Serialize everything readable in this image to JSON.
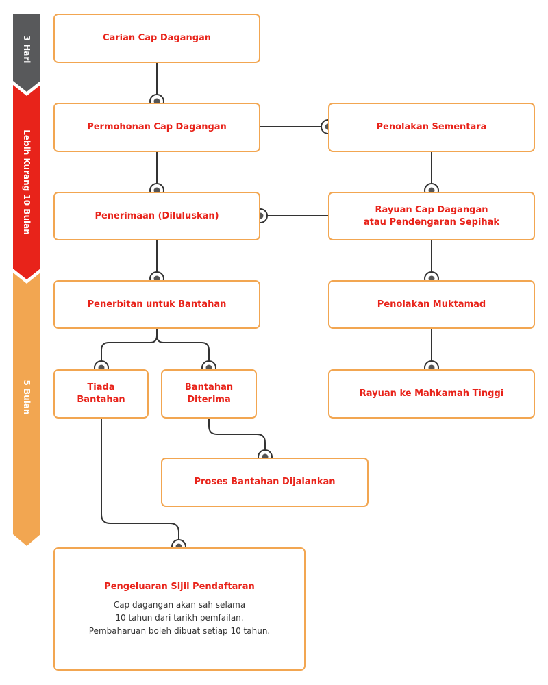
{
  "phases": [
    {
      "label": "3 Hari",
      "color": "#58595b"
    },
    {
      "label": "Lebih Kurang 10 Bulan",
      "color": "#e8231a"
    },
    {
      "label": "5 Bulan",
      "color": "#f2a651"
    }
  ],
  "steps": {
    "carian": "Carian Cap Dagangan",
    "permohonan": "Permohonan Cap Dagangan",
    "penolakan_sementara": "Penolakan Sementara",
    "penerimaan": "Penerimaan (Diluluskan)",
    "rayuan": "Rayuan Cap Dagangan\natau Pendengaran Sepihak",
    "penerbitan": "Penerbitan untuk Bantahan",
    "penolakan_muktamad": "Penolakan Muktamad",
    "tiada_bantahan": "Tiada\nBantahan",
    "bantahan_diterima": "Bantahan\nDiterima",
    "rayuan_mahkamah": "Rayuan ke Mahkamah Tinggi",
    "proses_bantahan": "Proses Bantahan Dijalankan",
    "pengeluaran": "Pengeluaran Sijil Pendaftaran",
    "pengeluaran_desc": "Cap dagangan akan sah selama\n10 tahun dari tarikh pemfailan.\nPembaharuan boleh dibuat setiap 10 tahun."
  },
  "colors": {
    "box_border": "#f2a651",
    "title_text": "#e8231a",
    "connector": "#333333"
  }
}
